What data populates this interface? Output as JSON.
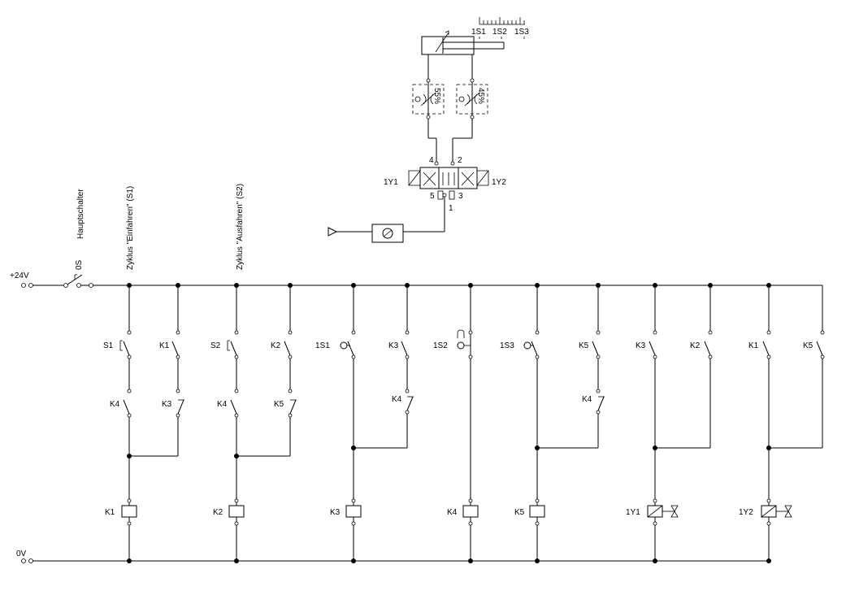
{
  "rails": {
    "positive_label": "+24V",
    "zero_label": "0V"
  },
  "main_switch": {
    "caption": "Hauptschalter",
    "label": "0S"
  },
  "captions": {
    "cycle_retract": "Zyklus \"Einfahren\" (S1)",
    "cycle_extend": "Zyklus \"Ausfahren\" (S2)"
  },
  "contacts": {
    "s1": "S1",
    "s2": "S2",
    "r1_k1": "K1",
    "r1_k4": "K4",
    "r1_k3": "K3",
    "r2_k2": "K2",
    "r2_k4": "K4",
    "r2_k5": "K5",
    "p1s1": "1S1",
    "r3_k3": "K3",
    "r3_k4": "K4",
    "p1s2": "1S2",
    "p1s3": "1S3",
    "r5_k5": "K5",
    "r5_k4": "K4",
    "v1_k3": "K3",
    "v1_k2": "K2",
    "v2_k1": "K1",
    "v2_k5": "K5"
  },
  "coils": {
    "k1": "K1",
    "k2": "K2",
    "k3": "K3",
    "k4": "K4",
    "k5": "K5",
    "y1": "1Y1",
    "y2": "1Y2"
  },
  "pneumatics": {
    "scale_labels": [
      "1S1",
      "1S2",
      "1S3"
    ],
    "throttle_left": "55%",
    "throttle_right": "45%",
    "valve_ports": {
      "p4": "4",
      "p2": "2",
      "p5": "5",
      "p3": "3",
      "p1": "1"
    },
    "solenoid_left": "1Y1",
    "solenoid_right": "1Y2"
  }
}
